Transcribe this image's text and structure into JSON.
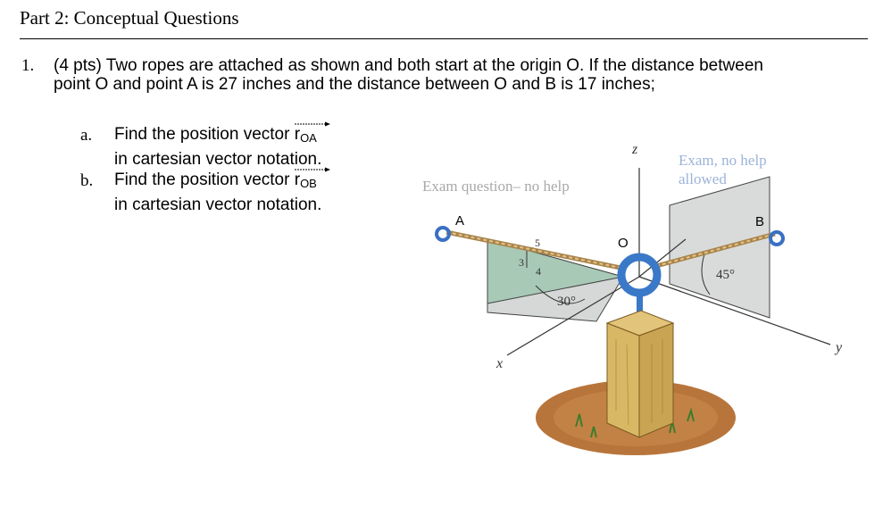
{
  "section": {
    "title": "Part 2: Conceptual Questions"
  },
  "question": {
    "number": "1.",
    "text": "(4 pts) Two ropes are attached as shown and both start at the origin O. If the distance between point O and point A is 27 inches and the distance between O and B is 17 inches;",
    "parts": [
      {
        "letter": "a.",
        "line1": "Find the position vector",
        "vector": "r",
        "subscript": "OA",
        "line2": "in cartesian vector notation."
      },
      {
        "letter": "b.",
        "line1": "Find the position vector",
        "vector": "r",
        "subscript": "OB",
        "line2": "in cartesian vector notation."
      }
    ]
  },
  "figure": {
    "watermark_left": "Exam question– no help",
    "watermark_right_line1": "Exam, no help",
    "watermark_right_line2": "allowed",
    "label_z": "z",
    "label_x": "x",
    "label_y": "y",
    "label_O": "O",
    "label_A": "A",
    "label_B": "B",
    "triangle_5": "5",
    "triangle_3": "3",
    "triangle_4": "4",
    "angle_30": "30°",
    "angle_45": "45°"
  }
}
